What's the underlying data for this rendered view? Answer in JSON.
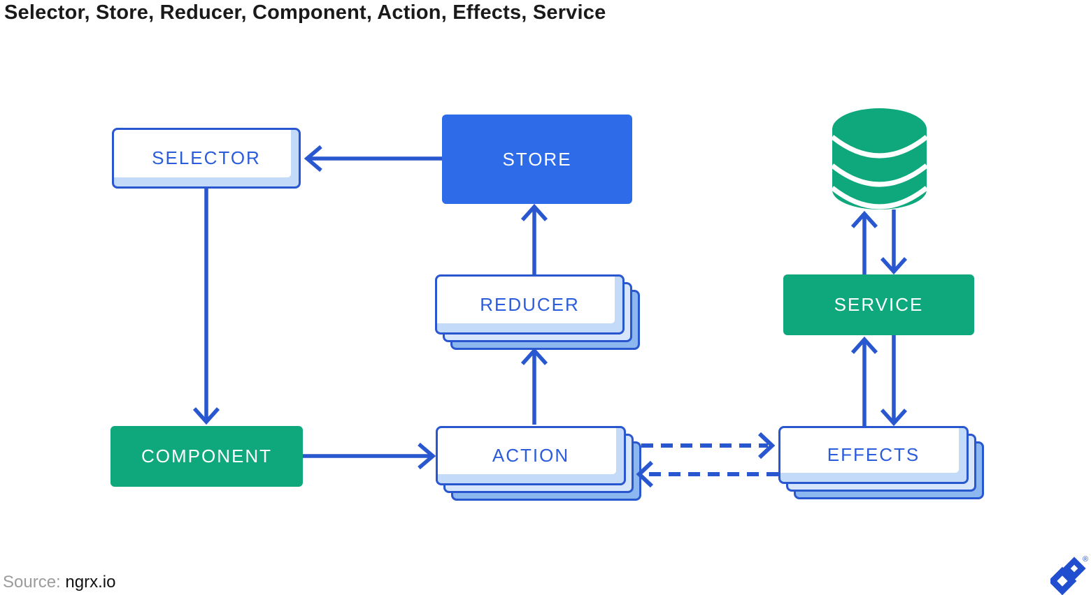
{
  "title": "Selector, Store, Reducer, Component, Action, Effects, Service",
  "diagram": {
    "nodes": {
      "selector": {
        "label": "SELECTOR",
        "style": "outline"
      },
      "store": {
        "label": "STORE",
        "style": "solid-blue"
      },
      "reducer": {
        "label": "REDUCER",
        "style": "outline-stacked"
      },
      "component": {
        "label": "COMPONENT",
        "style": "solid-green"
      },
      "action": {
        "label": "ACTION",
        "style": "outline-stacked"
      },
      "effects": {
        "label": "EFFECTS",
        "style": "outline-stacked"
      },
      "service": {
        "label": "SERVICE",
        "style": "solid-green"
      },
      "database": {
        "label": "",
        "style": "cylinder",
        "icon": "database-icon"
      }
    },
    "edges": [
      {
        "from": "store",
        "to": "selector",
        "style": "solid"
      },
      {
        "from": "selector",
        "to": "component",
        "style": "solid"
      },
      {
        "from": "component",
        "to": "action",
        "style": "solid"
      },
      {
        "from": "action",
        "to": "reducer",
        "style": "solid"
      },
      {
        "from": "reducer",
        "to": "store",
        "style": "solid"
      },
      {
        "from": "action",
        "to": "effects",
        "style": "dashed"
      },
      {
        "from": "effects",
        "to": "action",
        "style": "dashed"
      },
      {
        "from": "effects",
        "to": "service",
        "style": "solid"
      },
      {
        "from": "service",
        "to": "effects",
        "style": "solid"
      },
      {
        "from": "service",
        "to": "database",
        "style": "solid"
      },
      {
        "from": "database",
        "to": "service",
        "style": "solid"
      }
    ]
  },
  "footer": {
    "source_label": "Source:",
    "source_value": "ngrx.io",
    "registered_mark": "®",
    "logo": "toptal-logo"
  },
  "colors": {
    "blue_fill": "#2e6be9",
    "blue_line": "#2857cf",
    "blue_text": "#2a5cdb",
    "green_fill": "#0ea87c",
    "light_inset": "#c3daf8",
    "stack_mid": "#d8e6fb",
    "stack_deep": "#8db7ef",
    "title_text": "#1a1a1a",
    "source_gray": "#9b9b9b",
    "logo_blue": "#204ecf"
  }
}
